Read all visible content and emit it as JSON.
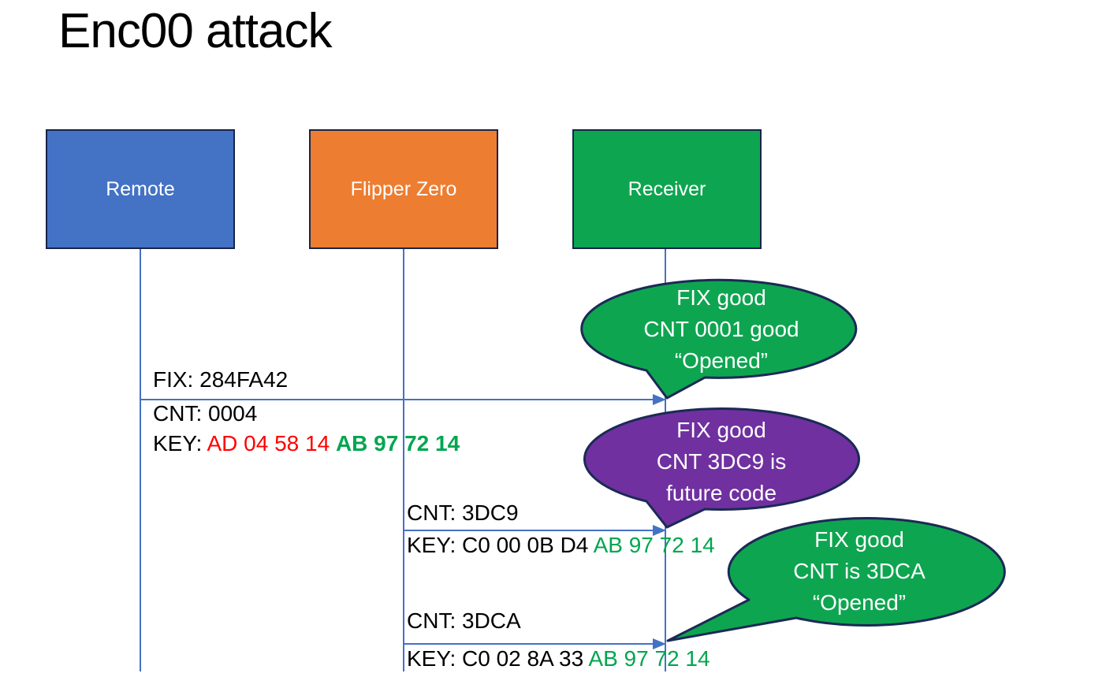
{
  "title": "Enc00 attack",
  "actors": [
    {
      "label": "Remote",
      "color": "#4472C4"
    },
    {
      "label": "Flipper Zero",
      "color": "#ED7D31"
    },
    {
      "label": "Receiver",
      "color": "#0EA550"
    }
  ],
  "messages": [
    {
      "from": "Remote",
      "to": "Receiver",
      "above": "FIX: 284FA42",
      "cnt": "CNT: 0004",
      "key_prefix": "KEY: ",
      "key_red": "AD 04 58 14 ",
      "key_green": "AB 97 72 14"
    },
    {
      "from": "Flipper Zero",
      "to": "Receiver",
      "above": "CNT: 3DC9",
      "key_prefix": "KEY: C0 00 0B D4 ",
      "key_green": "AB 97 72 14"
    },
    {
      "from": "Flipper Zero",
      "to": "Receiver",
      "above": "CNT: 3DCA",
      "key_prefix": "KEY: C0 02 8A 33 ",
      "key_green": "AB 97 72 14"
    }
  ],
  "callouts": [
    {
      "fill": "#0EA550",
      "lines": [
        "FIX good",
        "CNT 0001 good",
        "“Opened”"
      ]
    },
    {
      "fill": "#7030A0",
      "lines": [
        "FIX good",
        "CNT 3DC9 is",
        "future code"
      ]
    },
    {
      "fill": "#0EA550",
      "lines": [
        "FIX good",
        "CNT is 3DCA",
        "“Opened”"
      ]
    }
  ],
  "colors": {
    "accent_blue": "#4472C4",
    "accent_orange": "#ED7D31",
    "accent_green": "#0EA550",
    "accent_purple": "#7030A0",
    "outline_navy": "#1b2a55",
    "text_red": "#FF0000",
    "text_green": "#00A64F"
  }
}
